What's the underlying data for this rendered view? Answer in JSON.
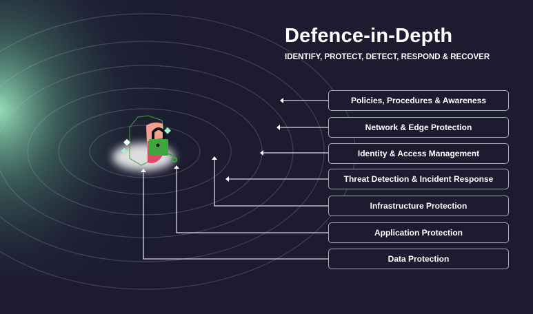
{
  "header": {
    "title": "Defence-in-Depth",
    "subtitle": "IDENTIFY, PROTECT, DETECT, RESPOND & RECOVER"
  },
  "layers": [
    {
      "label": "Policies, Procedures & Awareness"
    },
    {
      "label": "Network & Edge Protection"
    },
    {
      "label": "Identity & Access Management"
    },
    {
      "label": "Threat Detection & Incident Response"
    },
    {
      "label": "Infrastructure Protection"
    },
    {
      "label": "Application Protection"
    },
    {
      "label": "Data Protection"
    }
  ],
  "colors": {
    "background": "#1c1b30",
    "accent_green": "#3fa53f",
    "shield_pink": "#f0a090"
  }
}
